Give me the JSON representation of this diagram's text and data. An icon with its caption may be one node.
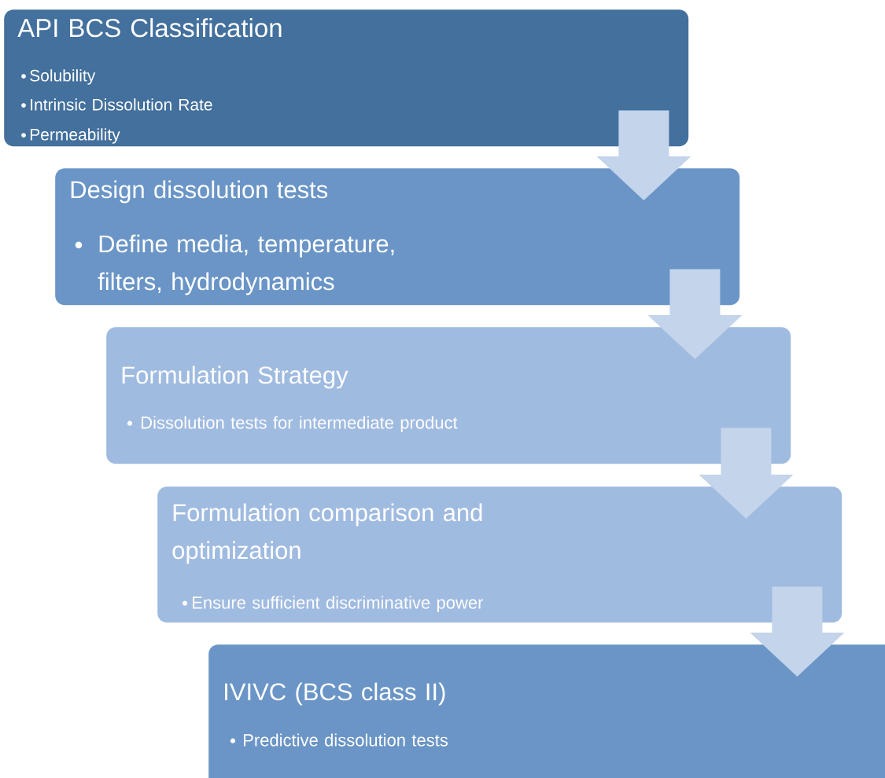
{
  "diagram": {
    "nodes": [
      {
        "text": [
          "API BCS Classification",
          "Solubility",
          "Intrinsic Dissolution Rate",
          "Permeability"
        ]
      },
      {
        "text": [
          "Design dissolution tests",
          "Define media, temperature, filters, hydrodynamics"
        ]
      },
      {
        "text": [
          "Formulation Strategy",
          "Dissolution tests for intermediate product"
        ]
      },
      {
        "text": [
          "Formulation comparison and optimization",
          "Ensure sufficient discriminative power"
        ]
      },
      {
        "text": [
          "IVIVC (BCS class II)",
          "Predictive dissolution tests"
        ]
      }
    ],
    "edges": [
      {
        "from": 0,
        "to": 1,
        "arrow": "to"
      },
      {
        "from": 1,
        "to": 2,
        "arrow": "to"
      },
      {
        "from": 2,
        "to": 3,
        "arrow": "to"
      },
      {
        "from": 3,
        "to": 4,
        "arrow": "to"
      }
    ]
  }
}
